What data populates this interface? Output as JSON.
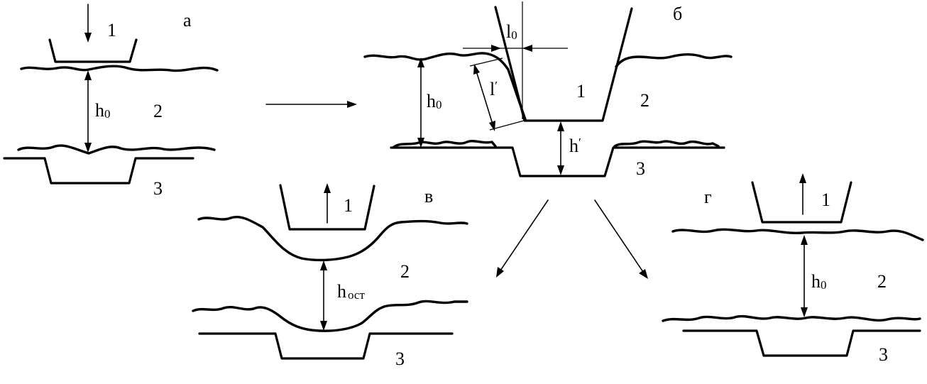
{
  "panels": {
    "a": {
      "letter": "а",
      "punch": "1",
      "sheet": "2",
      "die": "3",
      "h_main": "h",
      "h_sub": "0"
    },
    "b": {
      "letter": "б",
      "punch": "1",
      "sheet": "2",
      "die": "3",
      "h_main": "h",
      "h_sub": "0",
      "hp": "h",
      "hp_mark": "′",
      "l0_main": "l",
      "l0_sub": "0",
      "lp": "l",
      "lp_mark": "′"
    },
    "c": {
      "letter": "в",
      "punch": "1",
      "sheet": "2",
      "die": "3",
      "h_main": "h",
      "h_sub": "ост"
    },
    "d": {
      "letter": "г",
      "punch": "1",
      "sheet": "2",
      "die": "3",
      "h_main": "h",
      "h_sub": "0"
    }
  }
}
